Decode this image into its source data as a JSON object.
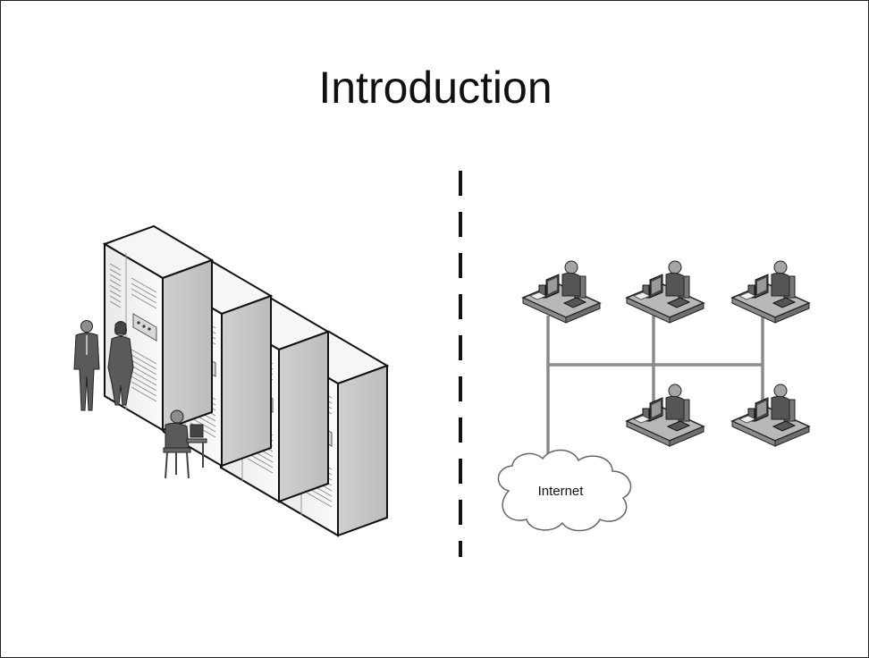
{
  "slide": {
    "title": "Introduction"
  },
  "network": {
    "cloud_label": "Internet",
    "workstation_count": 5
  },
  "colors": {
    "line": "#8a8a8a",
    "divider": "#111111",
    "server_face": "#f2f2f2",
    "person": "#555555"
  }
}
